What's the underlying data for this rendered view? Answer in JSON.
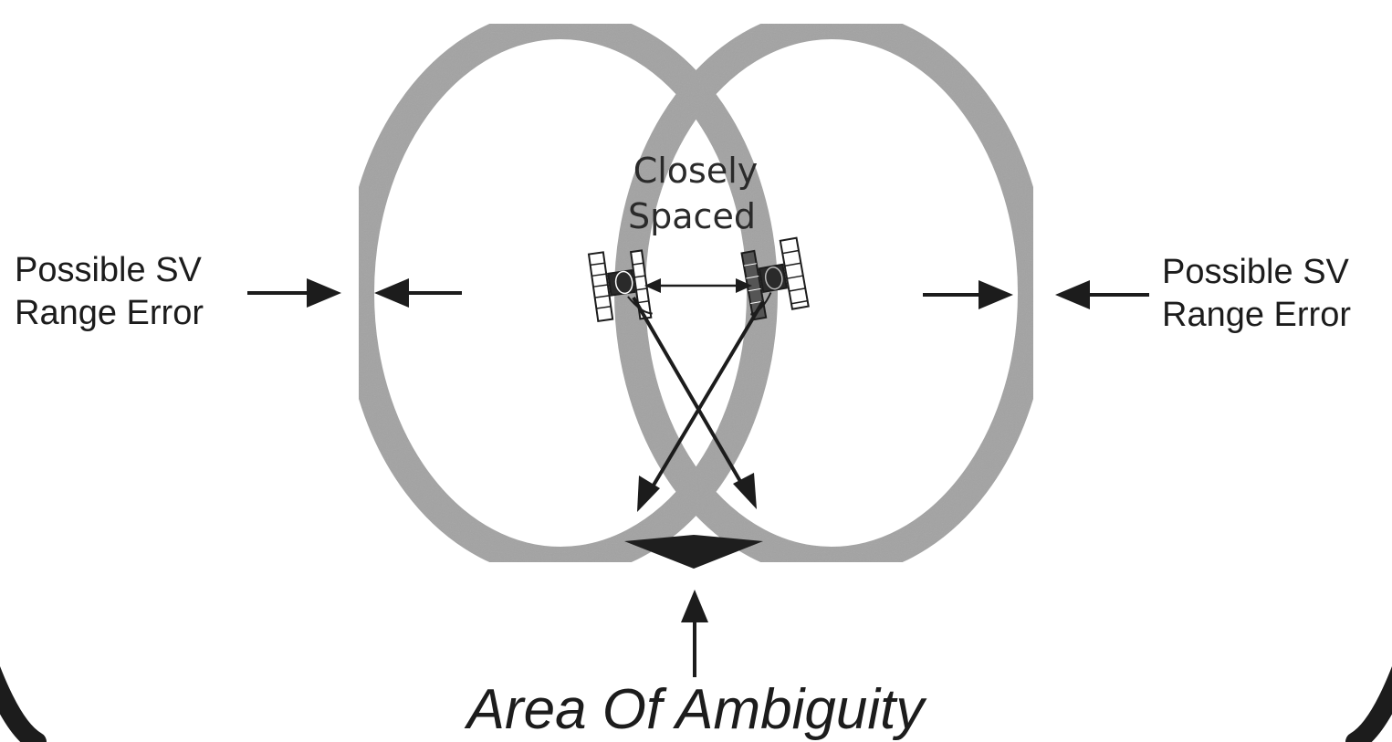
{
  "diagram": {
    "center_label": {
      "line1": "Closely",
      "line2": "Spaced"
    },
    "left_label": {
      "line1": "Possible SV",
      "line2": "Range Error"
    },
    "right_label": {
      "line1": "Possible SV",
      "line2": "Range Error"
    },
    "bottom_label": "Area Of Ambiguity",
    "icons": [
      "satellite-icon",
      "satellite-icon"
    ]
  },
  "colors": {
    "ring": "#a3a3a3",
    "ink": "#1c1c1c",
    "ambiguity_fill": "#1e1e1e",
    "background": "#ffffff"
  }
}
